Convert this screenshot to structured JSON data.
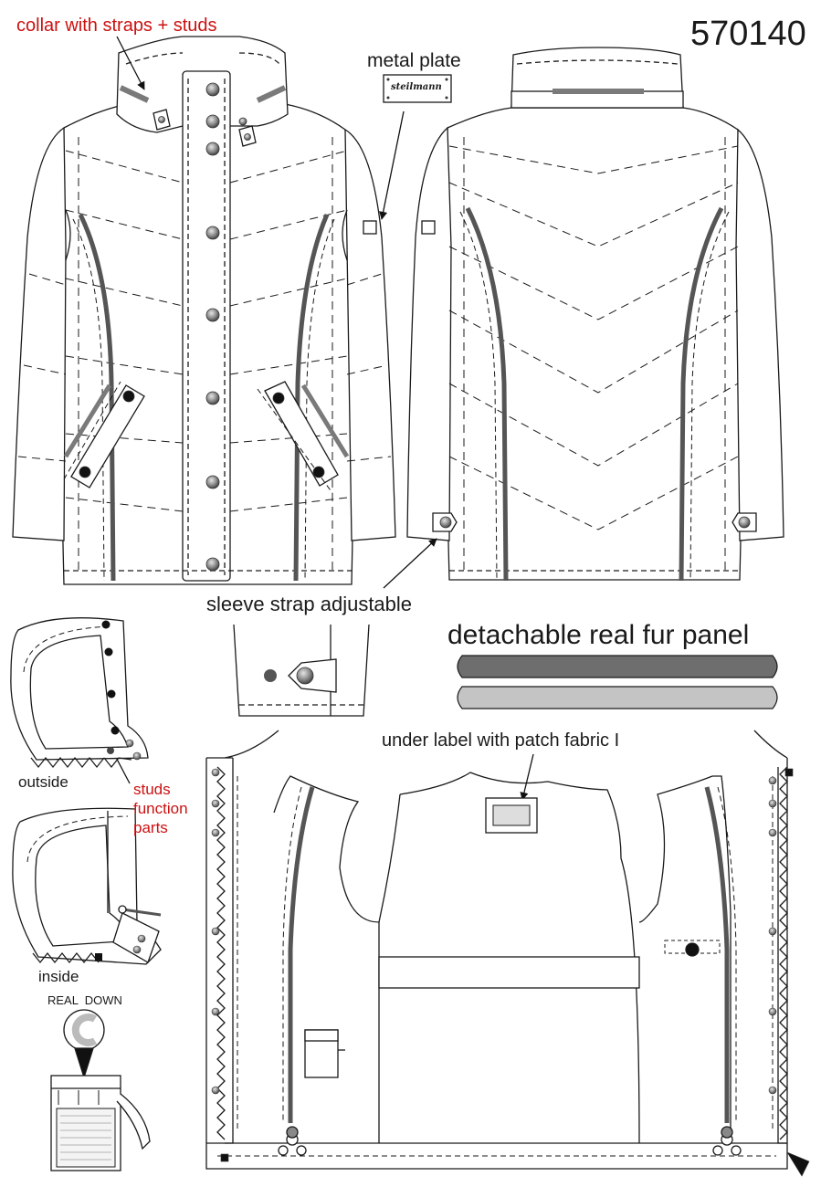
{
  "header": {
    "article_number": "570140"
  },
  "callouts": {
    "collar": "collar with straps + studs",
    "metal_plate": "metal plate",
    "plate_brand": "steilmann",
    "sleeve_strap": "sleeve strap adjustable",
    "fur_panel": "detachable real fur panel",
    "under_label": "under label with patch fabric I",
    "studs_line1": "studs",
    "studs_line2": "function",
    "studs_line3": "parts",
    "outside": "outside",
    "inside": "inside",
    "real_down": "REAL  DOWN"
  },
  "colors": {
    "outline": "#1a1a1a",
    "piping": "#555555",
    "strap_grey": "#7a7a7a",
    "fur_dark": "#6e6e6e",
    "fur_light": "#c4c4c4",
    "stud": "#8a8a8a",
    "callout_red": "#cc1111"
  },
  "icons": {
    "stud": "stud-icon",
    "arrow": "callout-arrow-icon",
    "label": "label-icon",
    "zipper": "zipper-puller-icon",
    "hangtag": "down-hangtag-icon"
  }
}
